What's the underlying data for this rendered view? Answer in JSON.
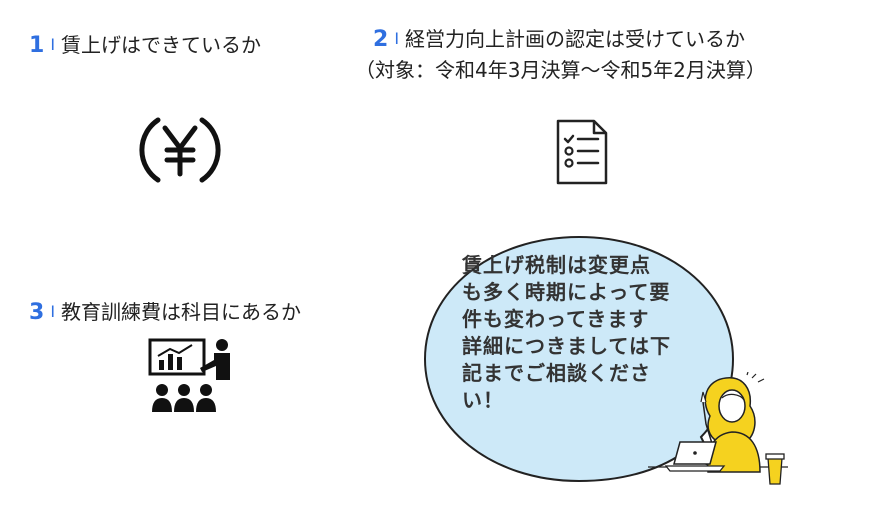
{
  "items": [
    {
      "num": "1",
      "sep": "I",
      "text": "賃上げはできているか"
    },
    {
      "num": "2",
      "sep": "I",
      "text": "経営力向上計画の認定は受けているか",
      "sub": "（対象：令和4年3月決算〜令和5年2月決算）"
    },
    {
      "num": "3",
      "sep": "I",
      "text": "教育訓練費は科目にあるか"
    }
  ],
  "icons": {
    "item1": "yen-icon",
    "item2": "checklist-document-icon",
    "item3": "presentation-training-icon",
    "person": "woman-laptop-illustration"
  },
  "bubble": {
    "lines": [
      "賃上げ税制は変更点",
      "も多く時期によって要",
      "件も変わってきます",
      "詳細につきましては下",
      "記までご相談くださ",
      "い！"
    ],
    "color": "#cde9f8"
  },
  "colors": {
    "accent": "#2f6fe0",
    "bubble": "#cde9f8",
    "shirt": "#f5d21f"
  }
}
